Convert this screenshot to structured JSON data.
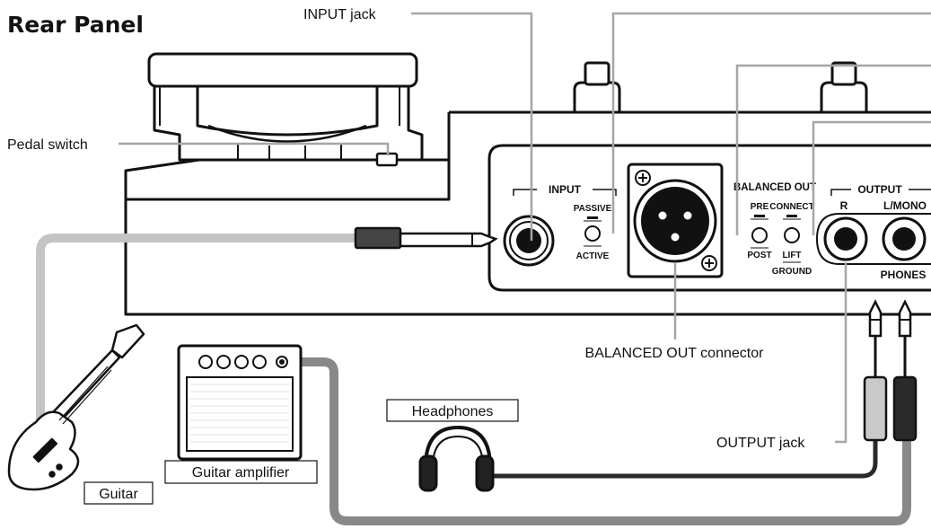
{
  "title": "Rear Panel",
  "callouts": {
    "input_jack": "INPUT jack",
    "pedal_switch": "Pedal switch",
    "balanced_out_connector": "BALANCED OUT connector",
    "output_jack": "OUTPUT jack"
  },
  "panel": {
    "input_heading": "INPUT",
    "passive": "PASSIVE",
    "active": "ACTIVE",
    "balanced_out_heading": "BALANCED OUT",
    "pre": "PRE",
    "post": "POST",
    "connect": "CONNECT",
    "lift": "LIFT",
    "ground": "GROUND",
    "output_heading": "OUTPUT",
    "r": "R",
    "l_mono": "L/MONO",
    "phones": "PHONES"
  },
  "devices": {
    "guitar": "Guitar",
    "guitar_amplifier": "Guitar amplifier",
    "headphones": "Headphones"
  },
  "colors": {
    "line": "#111111",
    "leader": "#a6a6a6",
    "cable_light": "#c4c4c4",
    "cable_dark": "#2a2a2a"
  }
}
